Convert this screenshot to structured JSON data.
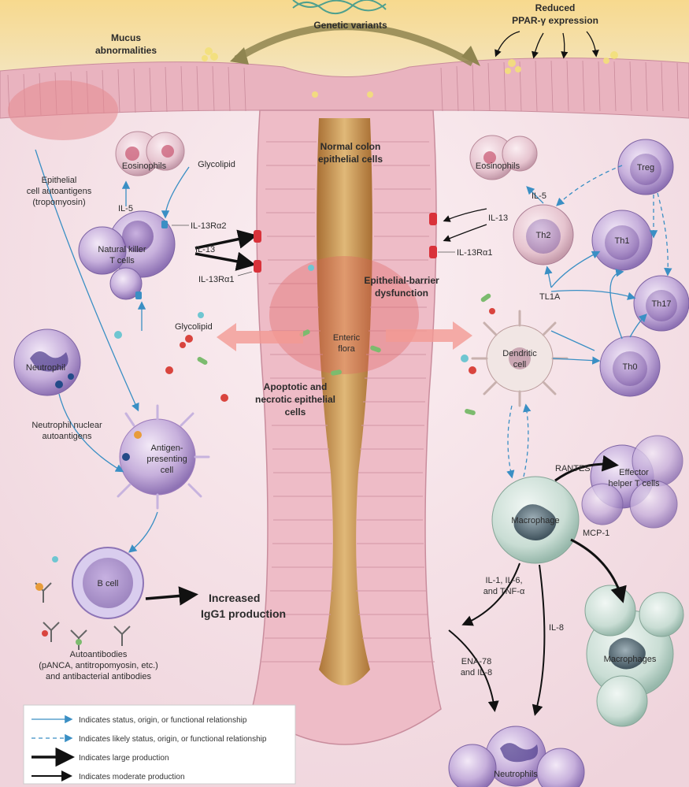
{
  "labels": {
    "genetic_variants": "Genetic variants",
    "reduced": "Reduced",
    "ppar": "PPAR-γ expression",
    "mucus_1": "Mucus",
    "mucus_2": "abnormalities",
    "epithelial_autoantigens_1": "Epithelial",
    "epithelial_autoantigens_2": "cell autoantigens",
    "epithelial_autoantigens_3": "(tropomyosin)",
    "normal_colon_1": "Normal colon",
    "normal_colon_2": "epithelial cells",
    "glycolipid_top": "Glycolipid",
    "glycolipid_mid": "Glycolipid",
    "il5_left": "IL-5",
    "il13ra2": "IL-13Rα2",
    "il13_left": "IL-13",
    "il13ra1_left": "IL-13Rα1",
    "il5_right": "IL-5",
    "il13_right": "IL-13",
    "il13ra1_right": "IL-13Rα1",
    "barrier_1": "Epithelial-barrier",
    "barrier_2": "dysfunction",
    "tl1a": "TL1A",
    "enteric_1": "Enteric",
    "enteric_2": "flora",
    "apoptotic_1": "Apoptotic and",
    "apoptotic_2": "necrotic epithelial",
    "apoptotic_3": "cells",
    "neutrophil_nuclear_1": "Neutrophil nuclear",
    "neutrophil_nuclear_2": "autoantigens",
    "increased_1": "Increased",
    "increased_2": "IgG1 production",
    "autoantibodies_1": "Autoantibodies",
    "autoantibodies_2": "(pANCA, antitropomyosin, etc.)",
    "autoantibodies_3": "and antibacterial antibodies",
    "rantes": "RANTES",
    "mcp1": "MCP-1",
    "il_cytokines_1": "IL-1, IL-6,",
    "il_cytokines_2": "and TNF-α",
    "il8": "IL-8",
    "ena78_1": "ENA-78",
    "ena78_2": "and IL-8"
  },
  "cells": {
    "eosinophils_left": "Eosinophils",
    "eosinophils_right": "Eosinophils",
    "nkt_1": "Natural killer",
    "nkt_2": "T cells",
    "neutrophil": "Neutrophil",
    "apc_1": "Antigen-",
    "apc_2": "presenting",
    "apc_3": "cell",
    "bcell": "B cell",
    "treg": "Treg",
    "th2": "Th2",
    "th1": "Th1",
    "th17": "Th17",
    "th0": "Th0",
    "dendritic_1": "Dendritic",
    "dendritic_2": "cell",
    "effector_1": "Effector",
    "effector_2": "helper T cells",
    "macrophage": "Macrophage",
    "macrophages": "Macrophages",
    "neutrophils": "Neutrophils"
  },
  "legend": [
    {
      "text": "Indicates status, origin, or functional relationship",
      "style": "thin-solid"
    },
    {
      "text": "Indicates likely status, origin, or functional relationship",
      "style": "thin-dashed"
    },
    {
      "text": "Indicates large production",
      "style": "thick"
    },
    {
      "text": "Indicates moderate production",
      "style": "medium"
    }
  ],
  "colors": {
    "background": "#f6e6ea",
    "tissue": "#efc2cc",
    "lumen": "#b78549",
    "relationship_arrow": "#3a8fc4",
    "production_arrow": "#111111"
  }
}
